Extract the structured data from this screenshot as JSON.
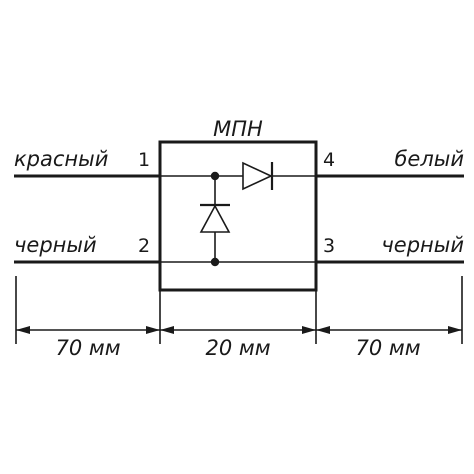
{
  "module": {
    "title": "МПН"
  },
  "wires": {
    "left_top": {
      "label": "красный",
      "pin": "1"
    },
    "left_bottom": {
      "label": "черный",
      "pin": "2"
    },
    "right_top": {
      "label": "белый",
      "pin": "4"
    },
    "right_bottom": {
      "label": "черный",
      "pin": "3"
    }
  },
  "dimensions": {
    "left": "70 мм",
    "middle": "20 мм",
    "right": "70 мм"
  }
}
